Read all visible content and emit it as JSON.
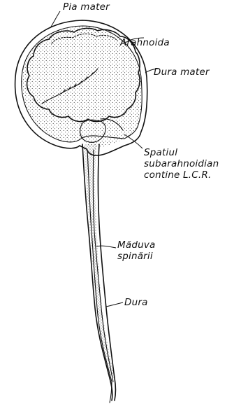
{
  "labels": {
    "pia_mater": "Pia mater",
    "arahnoida": "Arahnoida",
    "dura_mater": "Dura mater",
    "spatiul_line1": "Spatiul",
    "spatiul_line2": "subarahnoidian",
    "spatiul_line3": "contine L.C.R.",
    "maduva_line1": "Măduva",
    "maduva_line2": "spinării",
    "dura": "Dura"
  }
}
